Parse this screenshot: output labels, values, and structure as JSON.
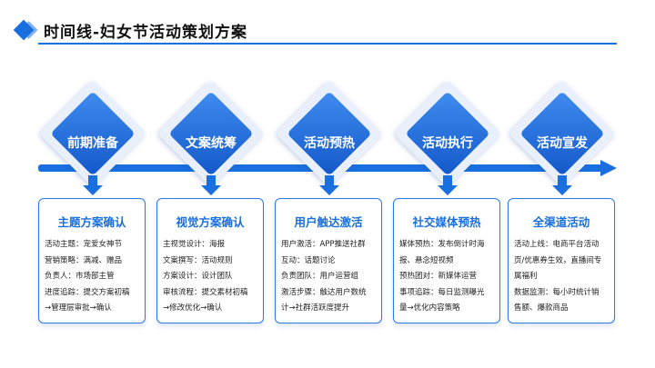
{
  "header": {
    "title": "时间线-妇女节活动策划方案"
  },
  "stages": [
    {
      "label": "前期准备"
    },
    {
      "label": "文案统筹"
    },
    {
      "label": "活动预热"
    },
    {
      "label": "活动执行"
    },
    {
      "label": "活动宣发"
    }
  ],
  "cards": [
    {
      "title": "主题方案确认",
      "lines": [
        "活动主题：宠爱女神节",
        "营销策略：满减、赠品",
        "负责人：市场部主管",
        "进度追踪：提交方案初稿",
        "→管理层审批→确认"
      ]
    },
    {
      "title": "视觉方案确认",
      "lines": [
        "主视觉设计：海报",
        "文案撰写：活动规则",
        "方案设计：设计团队",
        "审核流程：提交素材初稿",
        "→修改优化→确认"
      ]
    },
    {
      "title": "用户触达激活",
      "lines": [
        "用户激活：APP推送社群",
        "互动：话题讨论",
        "负责团队：用户运营组",
        "激活步骤：触达用户数统",
        "计→社群活跃度提升"
      ]
    },
    {
      "title": "社交媒体预热",
      "lines": [
        "媒体预热：发布倒计时海",
        "报、悬念短视频",
        "预热团对：新媒体运营",
        "事项追踪：每日监测曝光",
        "量→优化内容策略"
      ]
    },
    {
      "title": "全渠道活动",
      "lines": [
        "活动上线：电商平台活动",
        "页/优惠券生效，直播间专",
        "属福利",
        "数据监测：每小时统计销",
        "售额、爆款商品"
      ]
    }
  ],
  "colors": {
    "accent": "#1a6fe0",
    "accent_light": "#e9f0fb"
  }
}
